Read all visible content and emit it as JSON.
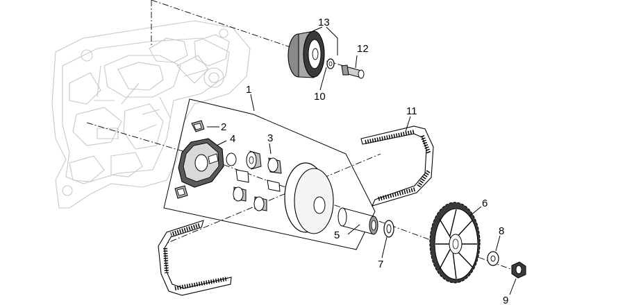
{
  "diagram": {
    "callouts": [
      {
        "id": "1",
        "label": "1"
      },
      {
        "id": "2",
        "label": "2"
      },
      {
        "id": "3",
        "label": "3"
      },
      {
        "id": "4",
        "label": "4"
      },
      {
        "id": "5",
        "label": "5"
      },
      {
        "id": "6",
        "label": "6"
      },
      {
        "id": "7",
        "label": "7"
      },
      {
        "id": "8",
        "label": "8"
      },
      {
        "id": "9",
        "label": "9"
      },
      {
        "id": "10",
        "label": "10"
      },
      {
        "id": "11",
        "label": "11"
      },
      {
        "id": "12",
        "label": "12"
      },
      {
        "id": "13",
        "label": "13"
      }
    ],
    "colors": {
      "ink": "#000000",
      "casing": "#c8c8c8",
      "part_fill": "#ffffff",
      "shade": "#8a8a8a",
      "dark": "#3a3a3a"
    }
  }
}
